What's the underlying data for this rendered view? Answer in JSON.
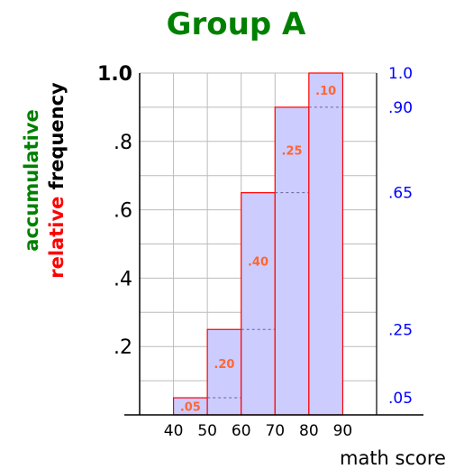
{
  "chart_data": {
    "type": "bar",
    "title": "Group A",
    "xlabel": "math score",
    "ylabel_lines": [
      [
        {
          "text": "accumulative",
          "color": "#008000"
        }
      ],
      [
        {
          "text": "relative",
          "color": "#ff0000"
        },
        {
          "text": " frequency",
          "color": "#000000"
        }
      ]
    ],
    "bins": [
      [
        40,
        50
      ],
      [
        50,
        60
      ],
      [
        60,
        70
      ],
      [
        70,
        80
      ],
      [
        80,
        90
      ]
    ],
    "relative_frequency": [
      0.05,
      0.2,
      0.4,
      0.25,
      0.1
    ],
    "relative_labels": [
      ".05",
      ".20",
      ".40",
      ".25",
      ".10"
    ],
    "cumulative_frequency": [
      0.05,
      0.25,
      0.65,
      0.9,
      1.0
    ],
    "x_ticks": [
      "40",
      "50",
      "60",
      "70",
      "80",
      "90"
    ],
    "y_ticks": [
      {
        "value": 0.2,
        "label": ".2"
      },
      {
        "value": 0.4,
        "label": ".4"
      },
      {
        "value": 0.6,
        "label": ".6"
      },
      {
        "value": 0.8,
        "label": ".8"
      },
      {
        "value": 1.0,
        "label": "1.0",
        "highlight": true
      }
    ],
    "right_ticks": [
      {
        "value": 0.05,
        "label": ".05"
      },
      {
        "value": 0.25,
        "label": ".25"
      },
      {
        "value": 0.65,
        "label": ".65"
      },
      {
        "value": 0.9,
        "label": ".90"
      },
      {
        "value": 1.0,
        "label": "1.0"
      }
    ],
    "xlim": [
      30,
      100
    ],
    "ylim": [
      0,
      1.0
    ],
    "grid": true,
    "colors": {
      "title": "#008000",
      "bar_fill": "#ccccff",
      "bar_stroke": "#ff0000",
      "bar_label": "#ff6633",
      "right_axis": "#0000ff",
      "highlight_tick": "#ff0000",
      "grid": "#bbbbbb",
      "cumulative_dash": "#666699"
    }
  }
}
